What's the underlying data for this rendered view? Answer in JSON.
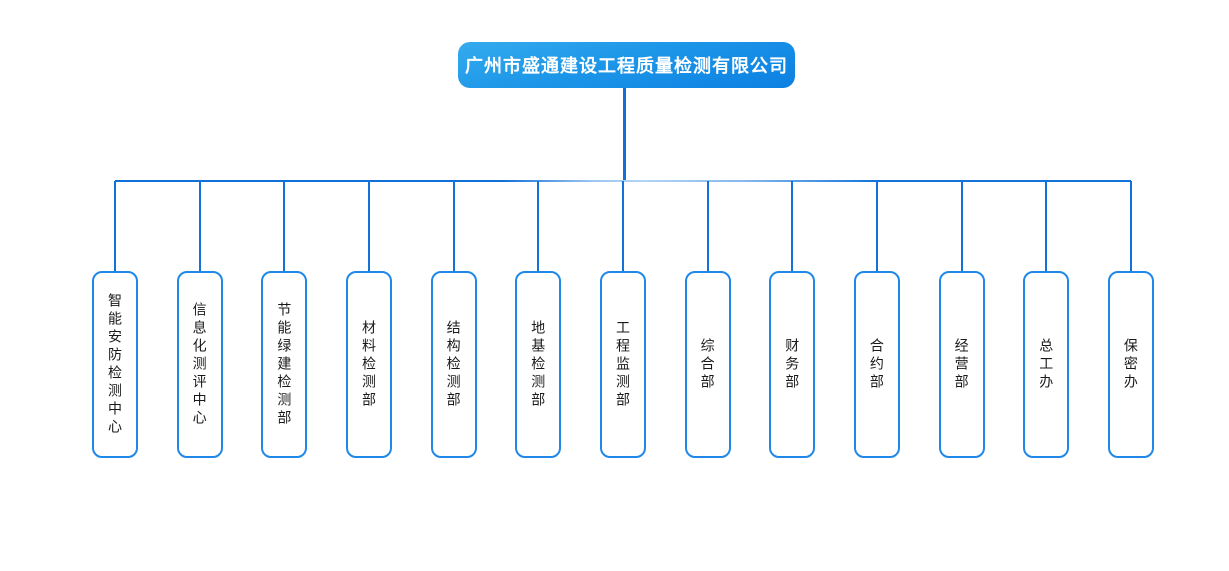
{
  "chart": {
    "type": "org-chart",
    "root": {
      "title": "广州市盛通建设工程质量检测有限公司"
    },
    "departments": [
      {
        "label": "智能安防检测中心"
      },
      {
        "label": "信息化测评中心"
      },
      {
        "label": "节能绿建检测部"
      },
      {
        "label": "材料检测部"
      },
      {
        "label": "结构检测部"
      },
      {
        "label": "地基检测部"
      },
      {
        "label": "工程监测部"
      },
      {
        "label": "综合部"
      },
      {
        "label": "财务部"
      },
      {
        "label": "合约部"
      },
      {
        "label": "经营部"
      },
      {
        "label": "总工办"
      },
      {
        "label": "保密办"
      }
    ]
  },
  "colors": {
    "root_gradient_top": "#35abee",
    "root_gradient_bottom": "#0c80e2",
    "root_text": "#ffffff",
    "connector_line": "#0e70d8",
    "connector_line_light": "#b3d4f5",
    "dept_border": "#2088e8",
    "dept_background": "#ffffff",
    "dept_text": "#1a1a1a",
    "page_background": "#ffffff"
  }
}
